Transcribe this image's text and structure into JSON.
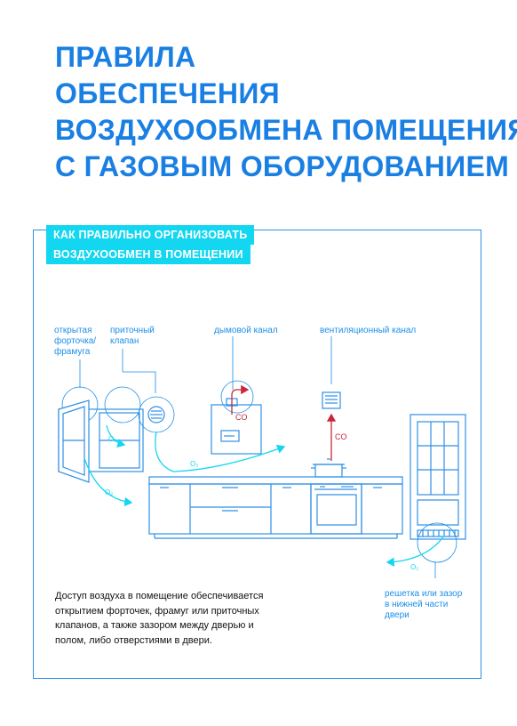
{
  "title": {
    "lines": [
      "ПРАВИЛА",
      "ОБЕСПЕЧЕНИЯ",
      "ВОЗДУХООБМЕНА ПОМЕЩЕНИЯ",
      "С ГАЗОВЫМ ОБОРУДОВАНИЕМ"
    ]
  },
  "section": {
    "tag_line1": "КАК ПРАВИЛЬНО ОРГАНИЗОВАТЬ",
    "tag_line2": "ВОЗДУХООБМЕН В ПОМЕЩЕНИИ"
  },
  "labels": {
    "window": "открытая\nфорточка/\nфрамуга",
    "valve": "приточный\nклапан",
    "chimney": "дымовой канал",
    "vent": "вентиляционный канал",
    "door": "решетка или зазор\nв нижней части\nдвери",
    "co1": "CO",
    "co2": "CO",
    "o2": "O₂"
  },
  "description": "Доступ воздуха в помещение обеспечивается открытием форточек, фрамуг или приточных клапанов, а также зазором между дверью и полом, либо отверстиями в двери.",
  "colors": {
    "title": "#1a7fe3",
    "line": "#2e8fe6",
    "accent": "#13d6f0",
    "co": "#c8283c"
  }
}
